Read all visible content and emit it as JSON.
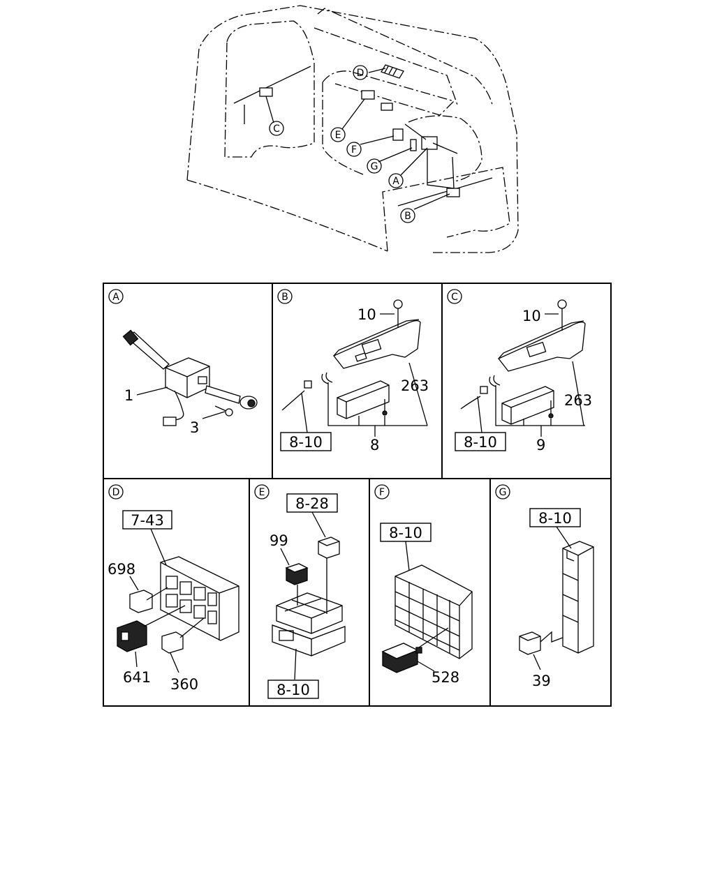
{
  "overview": {
    "callouts": [
      "D",
      "C",
      "E",
      "F",
      "G",
      "A",
      "B"
    ]
  },
  "panels": {
    "A": {
      "label": "A",
      "part_numbers": [
        "1",
        "3"
      ]
    },
    "B": {
      "label": "B",
      "part_numbers": [
        "10",
        "263",
        "8"
      ],
      "refs": [
        "8-10"
      ]
    },
    "C": {
      "label": "C",
      "part_numbers": [
        "10",
        "263",
        "9"
      ],
      "refs": [
        "8-10"
      ]
    },
    "D": {
      "label": "D",
      "part_numbers": [
        "698",
        "641",
        "360"
      ],
      "refs": [
        "7-43"
      ]
    },
    "E": {
      "label": "E",
      "part_numbers": [
        "99"
      ],
      "refs": [
        "8-28",
        "8-10"
      ]
    },
    "F": {
      "label": "F",
      "part_numbers": [
        "528"
      ],
      "refs": [
        "8-10"
      ]
    },
    "G": {
      "label": "G",
      "part_numbers": [
        "39"
      ],
      "refs": [
        "8-10"
      ]
    }
  }
}
